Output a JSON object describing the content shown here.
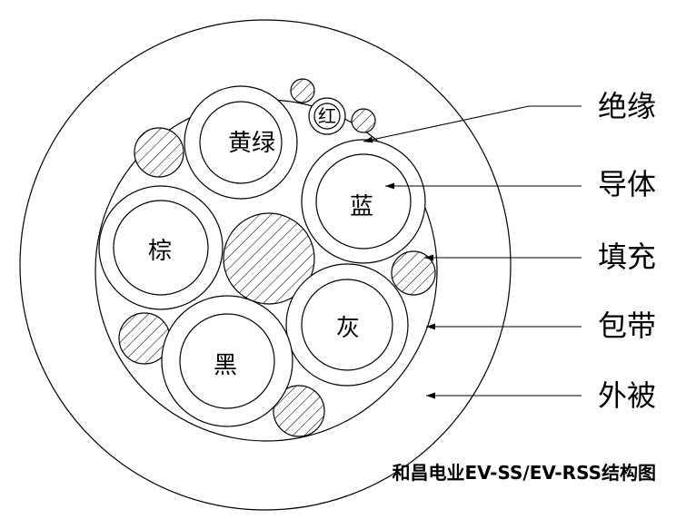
{
  "conductors": {
    "yellow_green": "黄绿",
    "blue": "蓝",
    "brown": "棕",
    "black": "黑",
    "grey": "灰",
    "red": "红"
  },
  "callouts": {
    "insulation": "绝缘",
    "conductor": "导体",
    "filler": "填充",
    "wrapping_tape": "包带",
    "outer_sheath": "外被"
  },
  "caption": "和昌电业EV-SS/EV-RSS结构图"
}
